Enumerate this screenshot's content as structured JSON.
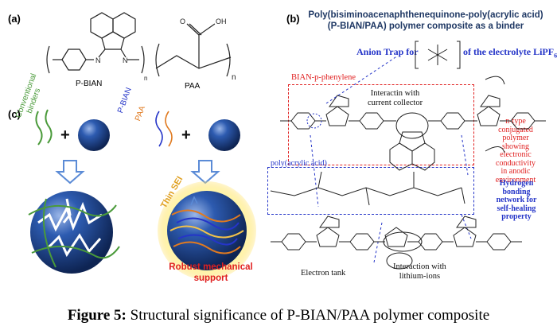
{
  "panel_a": {
    "label": "(a)",
    "pbian": "P-BIAN",
    "pbian_n": "n",
    "paa": "PAA",
    "paa_n": "n",
    "oh": "OH",
    "o": "O",
    "n": "N"
  },
  "panel_c": {
    "label": "(c)",
    "conv_binders_1": "Conventional",
    "conv_binders_2": "binders",
    "plus": "+",
    "pbian": "P-BIAN",
    "paa": "PAA",
    "thin_sei": "Thin SEI",
    "robust_1": "Robust mechanical",
    "robust_2": "support"
  },
  "panel_b": {
    "label": "(b)",
    "title_1": "Poly(bisiminoacenaphthenequinone-poly(acrylic acid)",
    "title_2": "(P-BIAN/PAA) polymer composite as a binder",
    "anion_trap": "Anion Trap for",
    "electrolyte": "of the electrolyte LiPF",
    "electrolyte_sub": "6",
    "bian_label": "BIAN-p-phenylene",
    "interaction_cc_1": "Interactin with",
    "interaction_cc_2": "current collector",
    "ntype": [
      "n-type",
      "conjugated",
      "polymer",
      "showing",
      "electronic",
      "conductivity",
      "in anodic",
      "environment"
    ],
    "paa_label": "poly(acrylic acid)",
    "hbond": [
      "Hydrogen",
      "bonding",
      "network for",
      "self-healing",
      "property"
    ],
    "electron_tank": "Electron tank",
    "interaction_li_1": "Interaction with",
    "interaction_li_2": "lithium-ions"
  },
  "caption": {
    "bold": "Figure 5:",
    "text": " Structural significance of P-BIAN/PAA polymer composite"
  },
  "colors": {
    "red": "#e02020",
    "blue": "#2535c8",
    "title": "#1f3864",
    "sphere": "#1d3f8a",
    "arrow": "#5b8bd6"
  }
}
